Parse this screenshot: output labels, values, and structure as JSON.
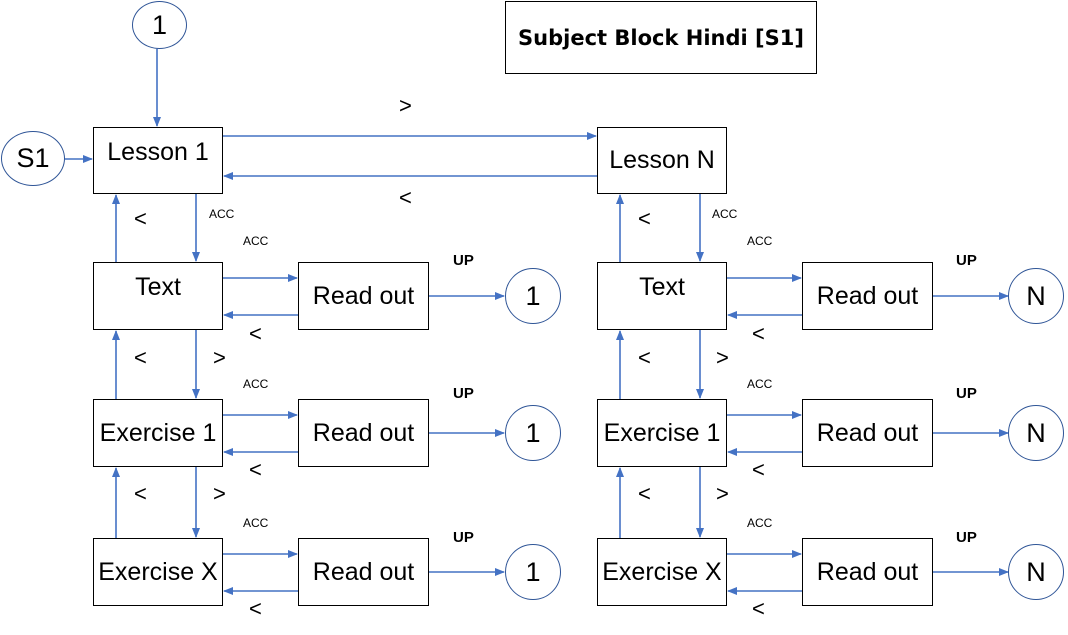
{
  "title": "Subject Block Hindi [S1]",
  "entry_node": "S1",
  "top_connector": "1",
  "nav": {
    "next": ">",
    "prev": "<",
    "accept": "ACC",
    "up": "UP"
  },
  "colors": {
    "arrow": "#4472c4",
    "circle_border": "#2f5597",
    "box_border": "#000000"
  },
  "columns": [
    {
      "lesson": "Lesson 1",
      "connector": "1",
      "rows": [
        {
          "item": "Text",
          "action": "Read out"
        },
        {
          "item": "Exercise 1",
          "action": "Read out"
        },
        {
          "item": "Exercise X",
          "action": "Read out"
        }
      ]
    },
    {
      "lesson": "Lesson N",
      "connector": "N",
      "rows": [
        {
          "item": "Text",
          "action": "Read out"
        },
        {
          "item": "Exercise 1",
          "action": "Read out"
        },
        {
          "item": "Exercise X",
          "action": "Read out"
        }
      ]
    }
  ]
}
